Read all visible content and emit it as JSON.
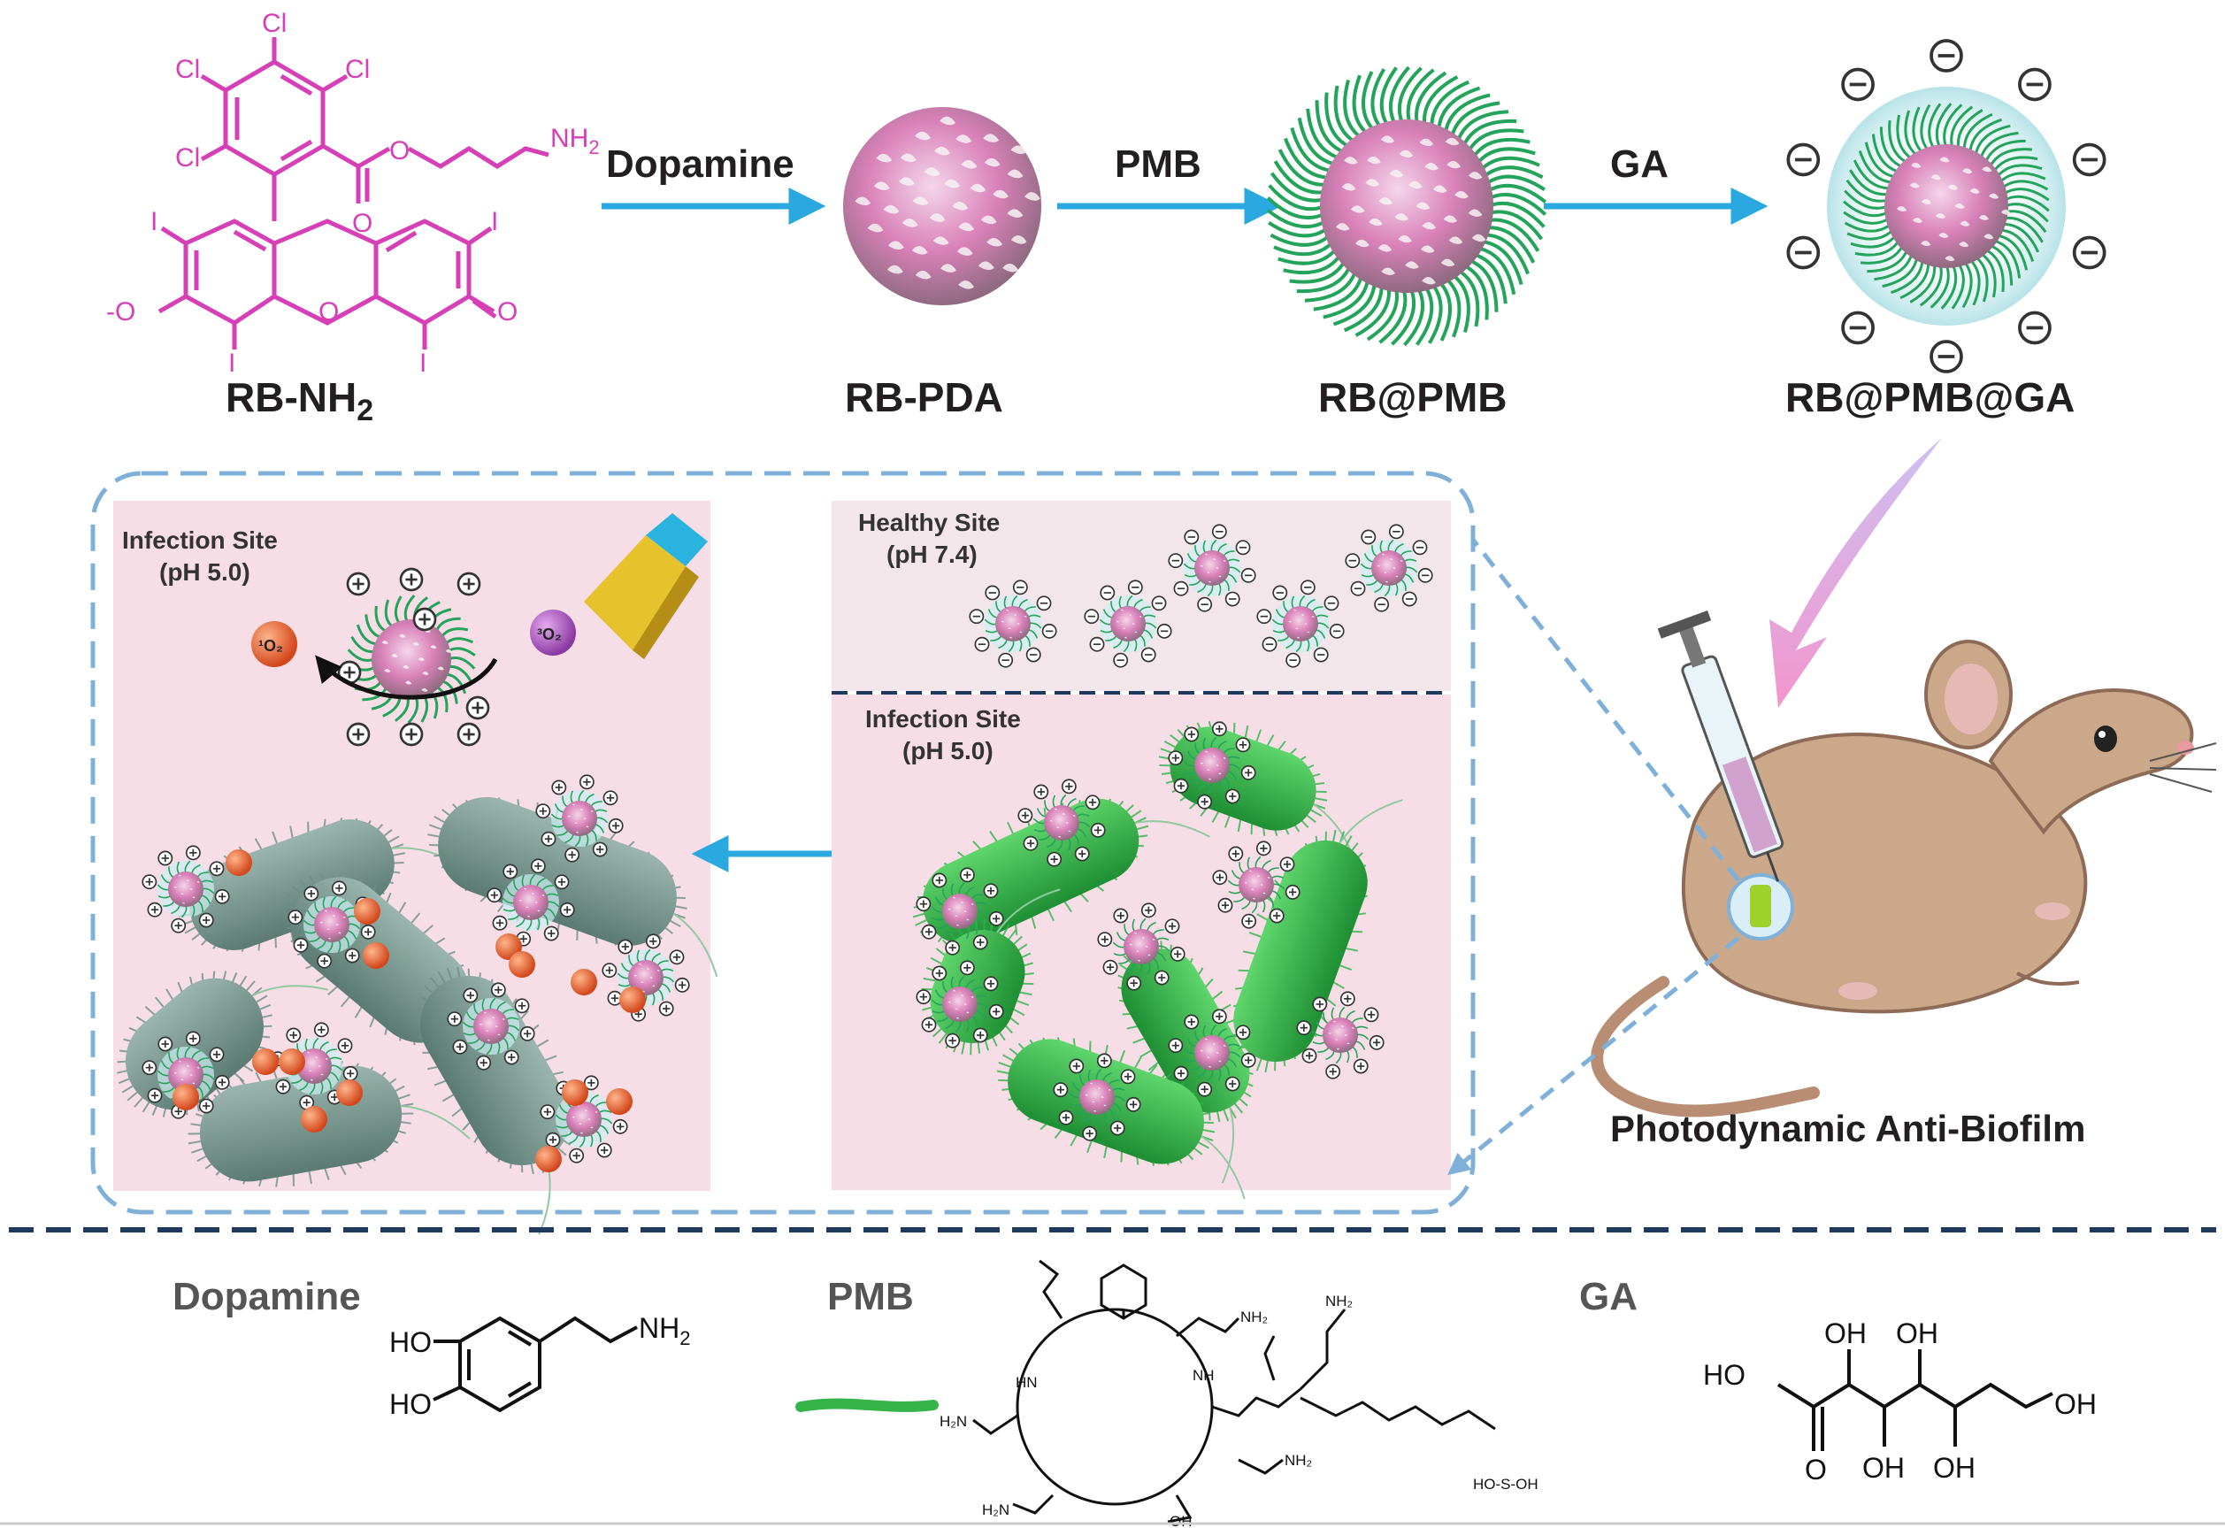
{
  "top_labels": {
    "rb_nh2": "RB-NH",
    "rb_nh2_sub": "2",
    "rb_pda": "RB-PDA",
    "rb_pmb": "RB@PMB",
    "rb_pmb_ga": "RB@PMB@GA"
  },
  "steps": {
    "dopamine": "Dopamine",
    "pmb": "PMB",
    "ga": "GA"
  },
  "rb_structure": {
    "cl": "Cl",
    "i": "I",
    "o": "O",
    "nh2": "NH",
    "nh2_sub": "2",
    "o_minus": "-O"
  },
  "panels": {
    "infection_left": "Infection Site",
    "infection_left_ph": "(pH 5.0)",
    "healthy": "Healthy Site",
    "healthy_ph": "(pH 7.4)",
    "infection_right": "Infection Site",
    "infection_right_ph": "(pH 5.0)",
    "singlet_o2": "¹O₂",
    "triplet_o2": "³O₂"
  },
  "mouse_caption": "Photodynamic Anti-Biofilm",
  "legend": {
    "dopamine": "Dopamine",
    "pmb": "PMB",
    "ga": "GA",
    "dopamine_ho1": "HO",
    "dopamine_ho2": "HO",
    "dopamine_nh2": "NH",
    "dopamine_nh2_sub": "2",
    "ga_ho": "HO",
    "ga_oh1": "OH",
    "ga_oh2": "OH",
    "ga_oh3": "OH",
    "ga_oh4": "OH",
    "ga_oh5": "OH",
    "ga_o": "O",
    "pmb_nh2_a": "NH₂",
    "pmb_nh2_b": "NH₂",
    "pmb_nh2_c": "NH₂",
    "pmb_nh2_d": "H₂N",
    "pmb_nh2_e": "H₂N",
    "pmb_hn": "HN",
    "pmb_nh": "NH",
    "pmb_oh": "OH",
    "pmb_so4": "HO-S-OH"
  },
  "colors": {
    "magenta": "#d63fb5",
    "arrow_blue": "#29a9e0",
    "dash_navy": "#1f3a5f",
    "dash_light": "#7fb0d9",
    "panel_bg": "#f6dde6",
    "bacteria_green": "#2fb44a",
    "bacteria_dead": "#6e8f86",
    "singlet_orange": "#e6622d",
    "triplet_purple": "#a04fb8",
    "mouse_tan": "#cba88a"
  }
}
